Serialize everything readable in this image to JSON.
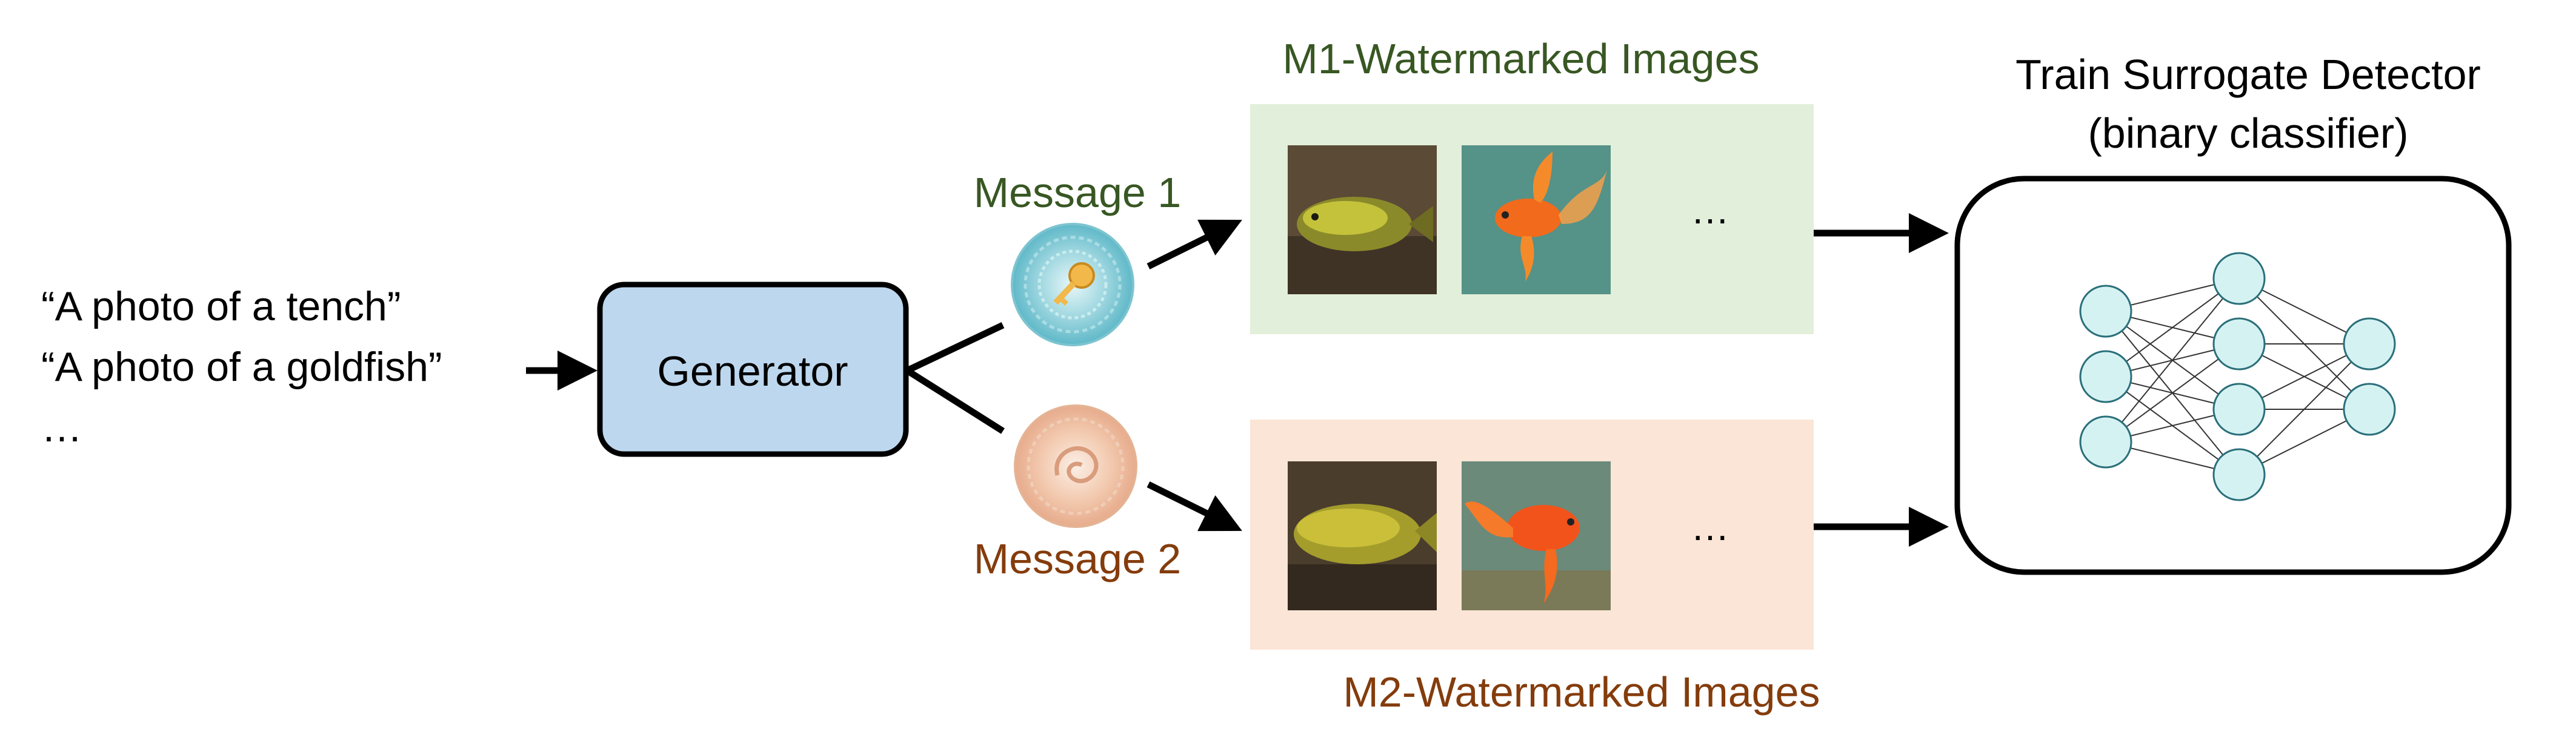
{
  "prompts": {
    "line1": "“A photo of a tench”",
    "line2": "“A photo of a goldfish”",
    "line3": "…"
  },
  "generator": {
    "label": "Generator"
  },
  "message1": {
    "label": "Message 1",
    "icon": "key-watermark-icon"
  },
  "message2": {
    "label": "Message 2",
    "icon": "swirl-watermark-icon"
  },
  "m1_panel": {
    "title": "M1-Watermarked Images",
    "more": "…",
    "bg_color": "#E2EFDA"
  },
  "m2_panel": {
    "title": "M2-Watermarked Images",
    "more": "…",
    "bg_color": "#FBE5D6"
  },
  "detector": {
    "title_line1": "Train Surrogate Detector",
    "title_line2": "(binary classifier)",
    "layers": [
      3,
      4,
      2
    ]
  },
  "colors": {
    "generator_fill": "#BDD7EE",
    "node_fill": "#D5F2F2",
    "m1_text": "#385723",
    "m2_text": "#843C0C"
  }
}
